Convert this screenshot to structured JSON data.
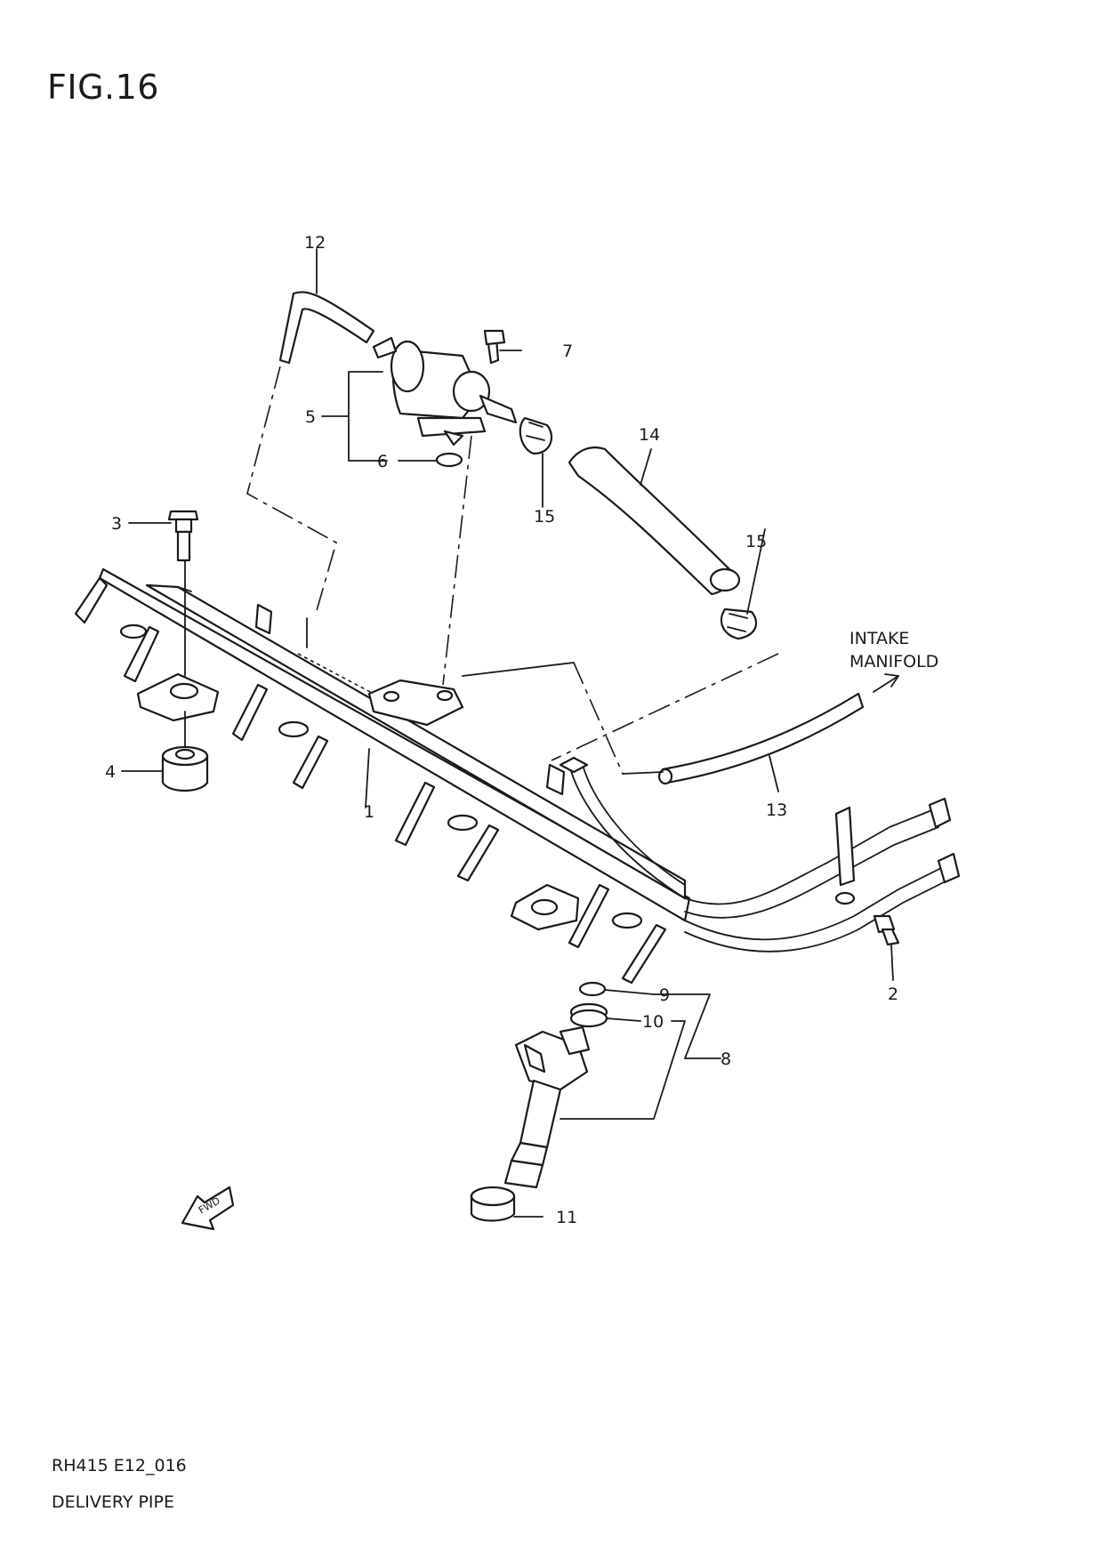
{
  "figure": {
    "title": "FIG.16",
    "code": "RH415 E12_016",
    "name": "DELIVERY PIPE"
  },
  "notes": {
    "intake_line1": "INTAKE",
    "intake_line2": "MANIFOLD",
    "fwd": "FWD"
  },
  "callouts": {
    "c1": "1",
    "c2": "2",
    "c3": "3",
    "c4": "4",
    "c5": "5",
    "c6": "6",
    "c7": "7",
    "c8": "8",
    "c9": "9",
    "c10": "10",
    "c11": "11",
    "c12": "12",
    "c13": "13",
    "c14": "14",
    "c15a": "15",
    "c15b": "15"
  }
}
